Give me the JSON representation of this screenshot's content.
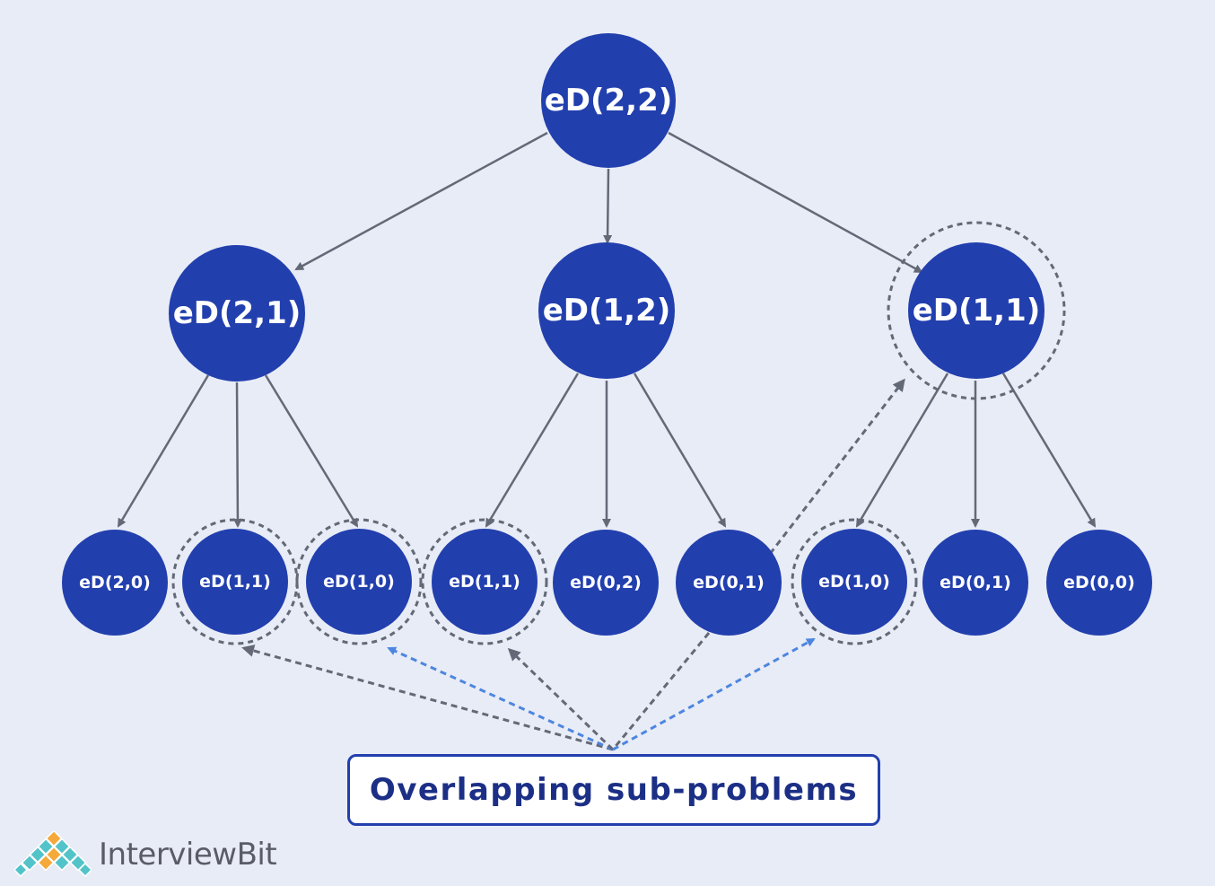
{
  "colors": {
    "background": "#e8ecf6",
    "node_fill": "#223fae",
    "edge": "#636977",
    "highlight_arrow": "#4d86e0",
    "caption_text": "#1c2f86"
  },
  "tree": {
    "root": {
      "label": "eD(2,2)"
    },
    "level1": [
      {
        "label": "eD(2,1)",
        "dashed_ring": false
      },
      {
        "label": "eD(1,2)",
        "dashed_ring": false
      },
      {
        "label": "eD(1,1)",
        "dashed_ring": true
      }
    ],
    "level2": [
      {
        "label": "eD(2,0)",
        "parent": "eD(2,1)",
        "dashed_ring": false
      },
      {
        "label": "eD(1,1)",
        "parent": "eD(2,1)",
        "dashed_ring": true
      },
      {
        "label": "eD(1,0)",
        "parent": "eD(2,1)",
        "dashed_ring": true
      },
      {
        "label": "eD(1,1)",
        "parent": "eD(1,2)",
        "dashed_ring": true
      },
      {
        "label": "eD(0,2)",
        "parent": "eD(1,2)",
        "dashed_ring": false
      },
      {
        "label": "eD(0,1)",
        "parent": "eD(1,2)",
        "dashed_ring": false
      },
      {
        "label": "eD(1,0)",
        "parent": "eD(1,1)",
        "dashed_ring": true
      },
      {
        "label": "eD(0,1)",
        "parent": "eD(1,1)",
        "dashed_ring": false
      },
      {
        "label": "eD(0,0)",
        "parent": "eD(1,1)",
        "dashed_ring": false
      }
    ]
  },
  "caption": "Overlapping sub-problems",
  "brand": {
    "name": "InterviewBit"
  }
}
